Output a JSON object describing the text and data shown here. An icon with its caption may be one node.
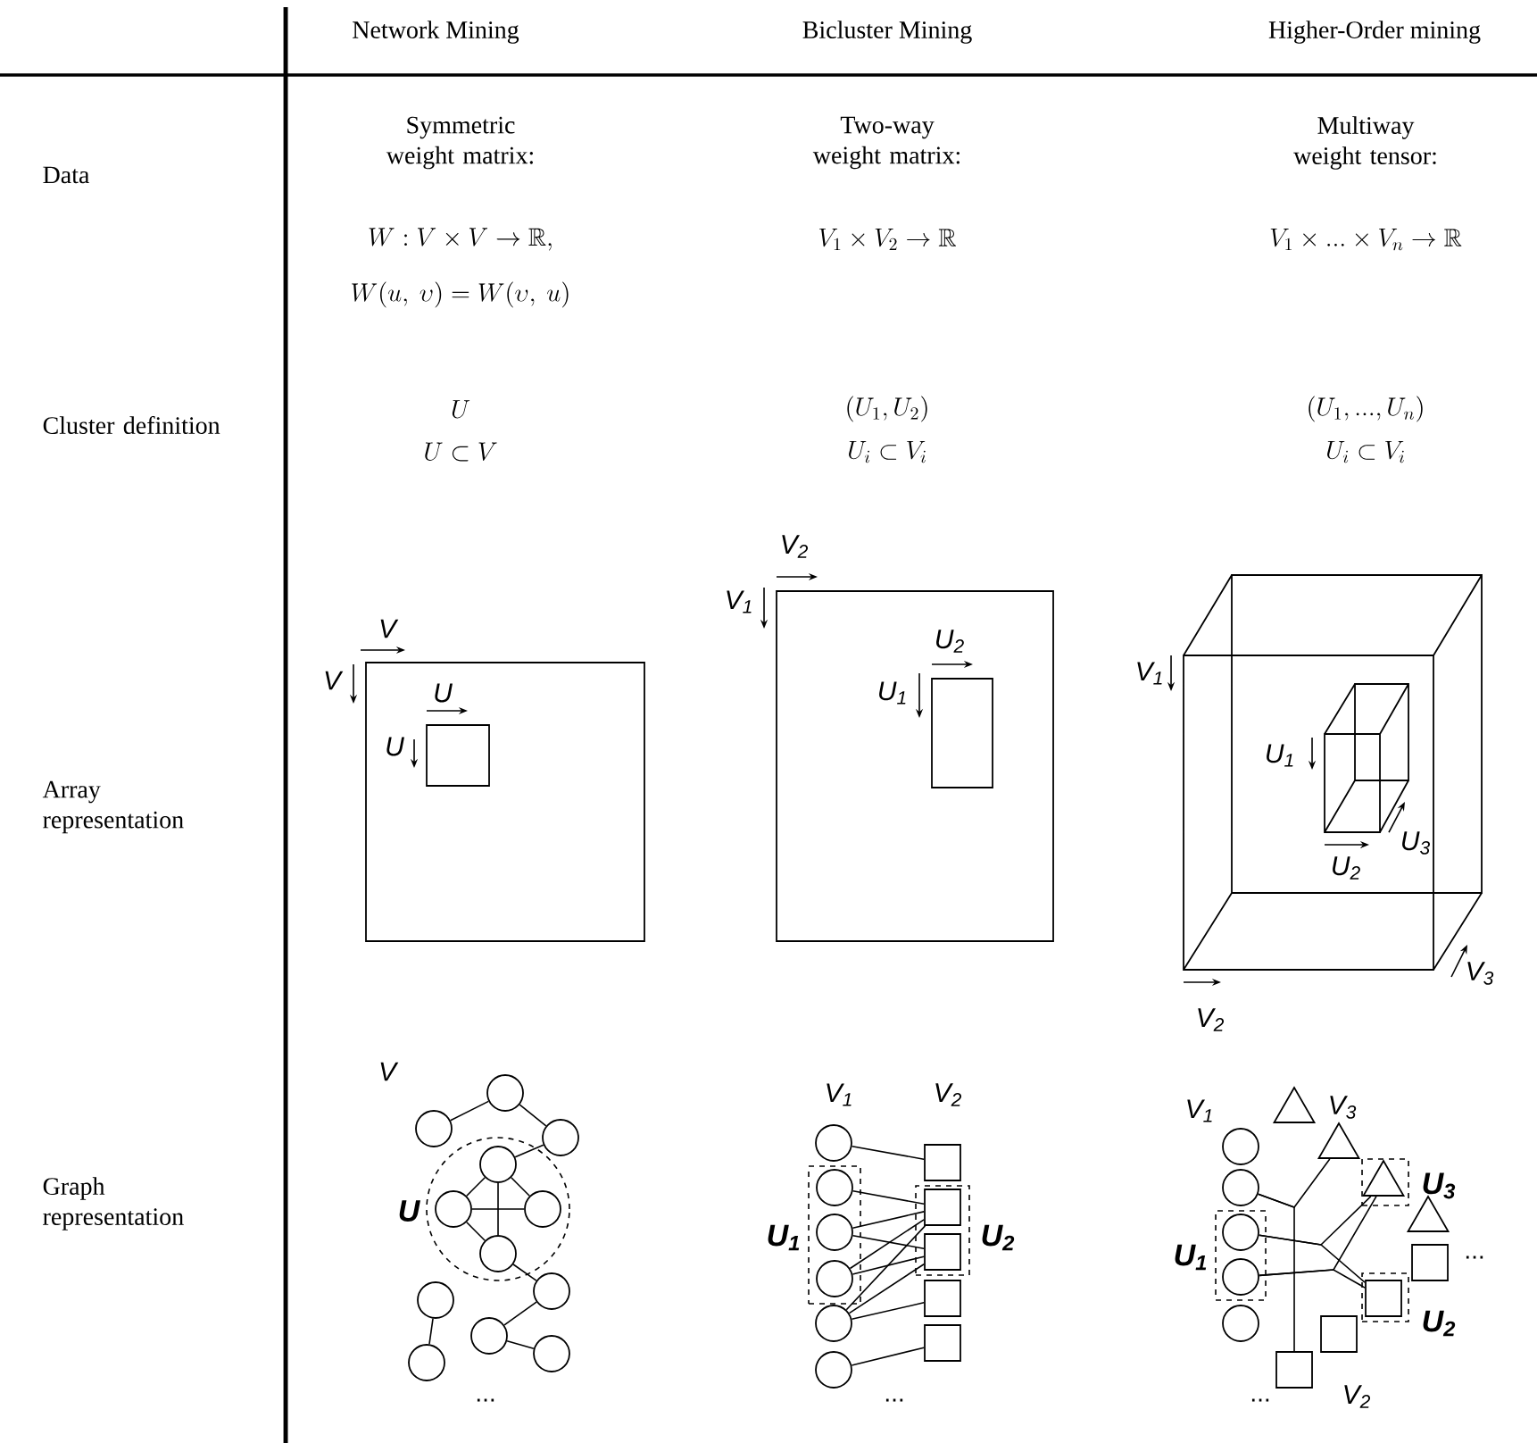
{
  "diagram": {
    "nodes": [
      {
        "text": [],
        "shape": "circle"
      },
      {
        "text": [],
        "shape": "circle"
      },
      {
        "text": [],
        "shape": "circle"
      },
      {
        "text": [
          "U"
        ]
      },
      {
        "text": [],
        "shape": "circle",
        "in": 3
      },
      {
        "text": [],
        "shape": "circle",
        "in": 3
      },
      {
        "text": [],
        "shape": "circle",
        "in": 3
      },
      {
        "text": [],
        "shape": "circle",
        "in": 3
      },
      {
        "text": [],
        "shape": "circle"
      },
      {
        "text": [],
        "shape": "circle"
      },
      {
        "text": [],
        "shape": "circle"
      },
      {
        "text": [],
        "shape": "circle"
      },
      {
        "text": [],
        "shape": "circle"
      },
      {
        "text": [],
        "shape": "circle"
      },
      {
        "text": [
          "U$_{1}$"
        ]
      },
      {
        "text": [],
        "shape": "circle",
        "in": 14
      },
      {
        "text": [],
        "shape": "circle",
        "in": 14
      },
      {
        "text": [],
        "shape": "circle",
        "in": 14
      },
      {
        "text": [],
        "shape": "circle"
      },
      {
        "text": [],
        "shape": "circle"
      },
      {
        "text": [],
        "shape": "box"
      },
      {
        "text": [
          "U$_{2}$"
        ]
      },
      {
        "text": [],
        "shape": "box",
        "in": 21
      },
      {
        "text": [],
        "shape": "box",
        "in": 21
      },
      {
        "text": [],
        "shape": "box"
      },
      {
        "text": [],
        "shape": "box"
      },
      {
        "text": [],
        "shape": "triangle"
      },
      {
        "text": [],
        "shape": "triangle"
      },
      {
        "text": [],
        "shape": "circle"
      },
      {
        "text": [],
        "shape": "circle"
      },
      {
        "text": [
          "U$_{3}$"
        ]
      },
      {
        "text": [],
        "shape": "triangle",
        "in": 30
      },
      {
        "text": [
          "U$_{1}$"
        ]
      },
      {
        "text": [],
        "shape": "circle",
        "in": 32
      },
      {
        "text": [],
        "shape": "circle",
        "in": 32
      },
      {
        "text": [],
        "shape": "triangle"
      },
      {
        "text": [],
        "shape": "box"
      },
      {
        "text": [
          "U$_{2}$"
        ]
      },
      {
        "text": [],
        "shape": "box",
        "in": 37
      },
      {
        "text": [],
        "shape": "circle"
      },
      {
        "text": [],
        "shape": "box"
      },
      {
        "text": [],
        "shape": "box"
      }
    ],
    "edges": [
      {
        "from": 1,
        "to": 0,
        "arrow": "none"
      },
      {
        "from": 0,
        "to": 2,
        "arrow": "none"
      },
      {
        "from": 2,
        "to": 4,
        "arrow": "none"
      },
      {
        "from": 4,
        "to": 5,
        "arrow": "none"
      },
      {
        "from": 4,
        "to": 6,
        "arrow": "none"
      },
      {
        "from": 4,
        "to": 7,
        "arrow": "none"
      },
      {
        "from": 5,
        "to": 6,
        "arrow": "none"
      },
      {
        "from": 5,
        "to": 7,
        "arrow": "none"
      },
      {
        "from": 7,
        "to": 8,
        "arrow": "none"
      },
      {
        "from": 9,
        "to": 11,
        "arrow": "none"
      },
      {
        "from": 8,
        "to": 10,
        "arrow": "none"
      },
      {
        "from": 10,
        "to": 12,
        "arrow": "none"
      },
      {
        "from": 13,
        "to": 20,
        "arrow": "none"
      },
      {
        "from": 15,
        "to": 22,
        "arrow": "none"
      },
      {
        "from": 16,
        "to": 22,
        "arrow": "none"
      },
      {
        "from": 16,
        "to": 23,
        "arrow": "none"
      },
      {
        "from": 17,
        "to": 22,
        "arrow": "none"
      },
      {
        "from": 17,
        "to": 23,
        "arrow": "none"
      },
      {
        "from": 18,
        "to": 22,
        "arrow": "none"
      },
      {
        "from": 18,
        "to": 23,
        "arrow": "none"
      },
      {
        "from": 18,
        "to": 24,
        "arrow": "none"
      },
      {
        "from": 19,
        "to": 25,
        "arrow": "none"
      },
      {
        "from": 29,
        "to": 27,
        "arrow": "none"
      },
      {
        "from": 29,
        "to": 41,
        "arrow": "none"
      },
      {
        "from": 33,
        "to": 31,
        "arrow": "none"
      },
      {
        "from": 33,
        "to": 38,
        "arrow": "none"
      },
      {
        "from": 34,
        "to": 31,
        "arrow": "none"
      },
      {
        "from": 34,
        "to": 38,
        "arrow": "none"
      }
    ],
    "labels": [
      "Network Mining",
      "Bicluster Mining",
      "Higher-Order mining",
      "Data",
      "Symmetric weight matrix:",
      "Two-way weight matrix:",
      "Multiway weight tensor:",
      "W : V \\times V \\rightarrow \\mathbb{R},",
      "V_1 \\times V_2 \\rightarrow \\mathbb{R}",
      "V_1 \\times ... \\times V_n \\rightarrow \\mathbb{R}",
      "W(u,\\ \\upsilon) = W(\\upsilon,\\ u)",
      "Cluster definition",
      "{U}",
      "(U_1, U_2)",
      "(U_1, ..., U_n)",
      "U \\subset V",
      "U_i \\subset V_i",
      "U_i \\subset V_i",
      "Array representation",
      "V",
      "V",
      "U",
      "U",
      "V$_{2}$",
      "V$_{1}$",
      "U$_{2}$",
      "U$_{1}$",
      "V$_{1}$",
      "U$_{1}$",
      "U$_{2}$",
      "U$_{3}$",
      "V$_{2}$",
      "V$_{3}$",
      "Graph representation",
      "V",
      "...",
      "V$_{1}$",
      "V$_{2}$",
      "...",
      "V$_{1}$",
      "V$_{3}$",
      "...",
      "V$_{2}$",
      "..."
    ]
  }
}
